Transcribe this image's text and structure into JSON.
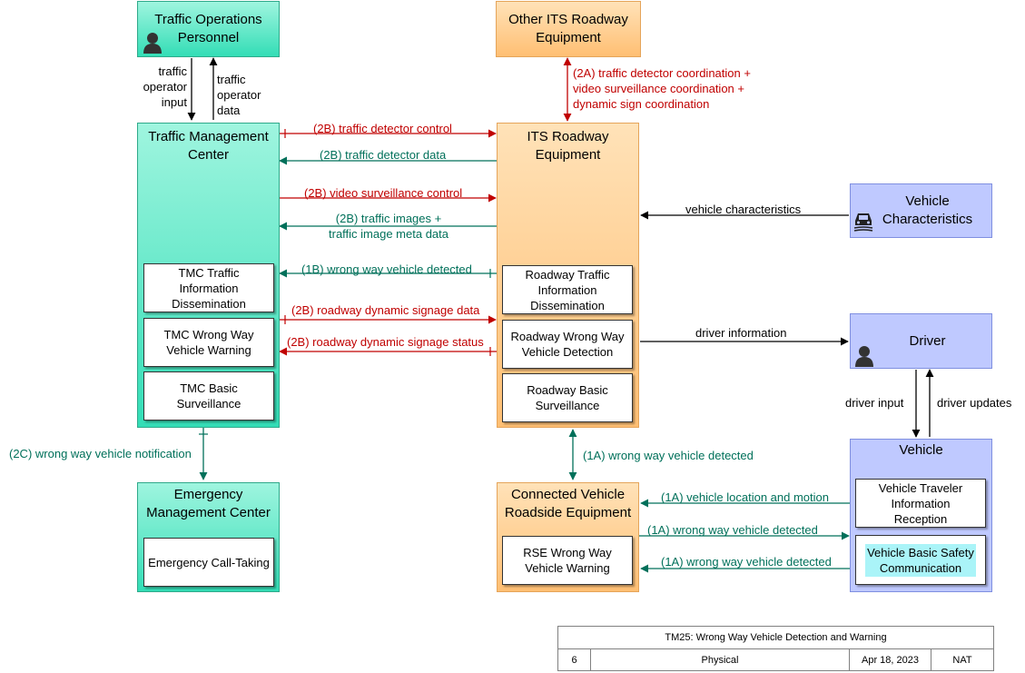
{
  "nodes": {
    "traffic_ops": "Traffic Operations\nPersonnel",
    "other_its": "Other ITS Roadway\nEquipment",
    "tmc": "Traffic Management\nCenter",
    "its_roadway": "ITS Roadway\nEquipment",
    "vehicle_char": "Vehicle\nCharacteristics",
    "driver": "Driver",
    "vehicle": "Vehicle",
    "emc": "Emergency\nManagement Center",
    "cv_rse": "Connected Vehicle\nRoadside Equipment"
  },
  "subs": {
    "tmc_tid": "TMC Traffic\nInformation\nDissemination",
    "tmc_wwvw": "TMC Wrong Way\nVehicle Warning",
    "tmc_bs": "TMC Basic\nSurveillance",
    "rd_tid": "Roadway Traffic\nInformation\nDissemination",
    "rd_wwvd": "Roadway Wrong Way\nVehicle Detection",
    "rd_bs": "Roadway Basic\nSurveillance",
    "emc_ct": "Emergency Call-Taking",
    "rse_ww": "RSE Wrong Way\nVehicle Warning",
    "veh_tir": "Vehicle Traveler\nInformation\nReception",
    "veh_bsc": "Vehicle Basic Safety\nCommunication"
  },
  "flows": {
    "op_input": "traffic\noperator\ninput",
    "op_data": "traffic\noperator\ndata",
    "f2a": "(2A) traffic detector coordination +\nvideo surveillance coordination +\ndynamic sign coordination",
    "f2b_det_ctrl": "(2B) traffic detector control",
    "f2b_det_data": "(2B) traffic detector data",
    "f2b_vid_ctrl": "(2B) video surveillance control",
    "f2b_images": "(2B) traffic images +\ntraffic image meta data",
    "f1b": "(1B) wrong way vehicle detected",
    "f2b_sign_data": "(2B) roadway dynamic signage data",
    "f2b_sign_status": "(2B) roadway dynamic signage status",
    "veh_char": "vehicle characteristics",
    "driver_info": "driver information",
    "driver_input": "driver input",
    "driver_updates": "driver updates",
    "f2c": "(2C) wrong way vehicle notification",
    "f1a_its": "(1A) wrong way vehicle detected",
    "f1a_loc": "(1A) vehicle location and motion",
    "f1a_to_veh": "(1A) wrong way vehicle detected",
    "f1a_to_rse": "(1A) wrong way vehicle detected"
  },
  "footer": {
    "title": "TM25: Wrong Way Vehicle Detection and Warning",
    "page": "6",
    "view": "Physical",
    "date": "Apr 18, 2023",
    "author": "NAT"
  },
  "colors": {
    "red": "#c00000",
    "teal": "#00705a",
    "black": "#000000"
  },
  "icons": {
    "person": "person-icon",
    "car": "car-icon"
  }
}
